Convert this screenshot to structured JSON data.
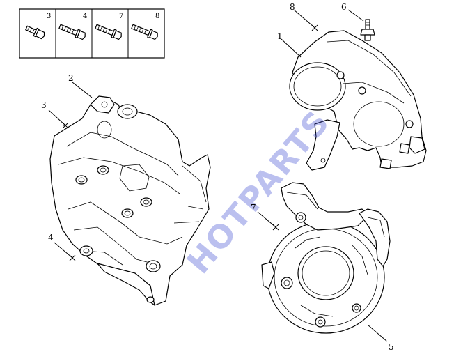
{
  "fastener_legend": {
    "cells": [
      {
        "number": "3",
        "icon": "flange-bolt-short"
      },
      {
        "number": "4",
        "icon": "flange-bolt-long"
      },
      {
        "number": "7",
        "icon": "flange-bolt-long"
      },
      {
        "number": "8",
        "icon": "flange-bolt-long"
      }
    ]
  },
  "callouts": {
    "c1": "1",
    "c2": "2",
    "c3": "3",
    "c4": "4",
    "c5": "5",
    "c6": "6",
    "c7": "7",
    "c8": "8"
  },
  "watermark": {
    "text": "HOTPARTS",
    "color": "#3b4bd0"
  }
}
